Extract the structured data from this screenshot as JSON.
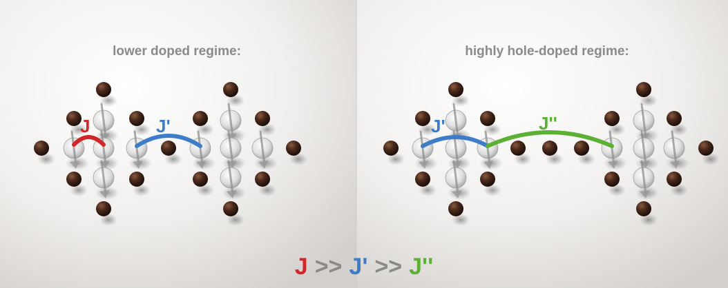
{
  "panels": {
    "left": {
      "title": "lower doped regime:",
      "labels": {
        "j": "J",
        "jp": "J'"
      }
    },
    "right": {
      "title": "highly hole-doped regime:",
      "labels": {
        "jp": "J'",
        "jpp": "J''"
      }
    }
  },
  "relation": {
    "j": "J",
    "op1": ">>",
    "jp": "J'",
    "op2": ">>",
    "jpp": "J''"
  },
  "colors": {
    "j": "#d1262a",
    "jp": "#3d7cc8",
    "jpp": "#5cb135",
    "operator": "#8a8a8a",
    "title": "#8a8a8a",
    "atom": "#3a2218",
    "spin_sphere": "#d9d9d9"
  }
}
